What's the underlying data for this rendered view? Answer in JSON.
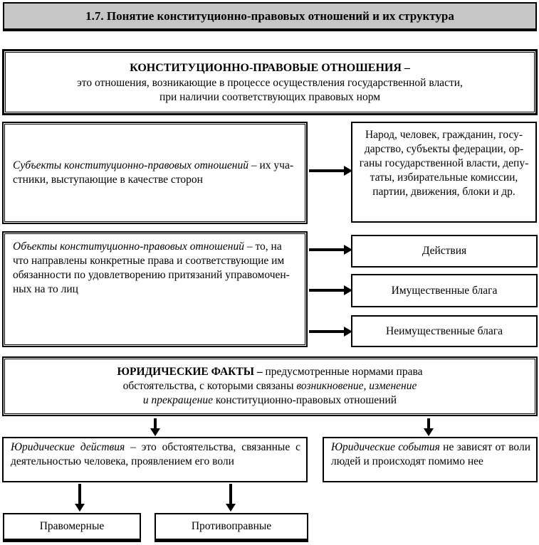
{
  "header": {
    "title": "1.7. Понятие конституционно-правовых отношений и их структура"
  },
  "definition": {
    "title": "КОНСТИТУЦИОННО-ПРАВОВЫЕ ОТНОШЕНИЯ –",
    "lines": [
      "это отношения, возникающие в процессе осуществления государственной власти,",
      "при наличии соответствующих правовых норм"
    ]
  },
  "subjects": {
    "lead_italic": "Субъекты конституционно-правовых отношений",
    "rest": " – их уча-\nстники, выступающие в качестве сторон"
  },
  "subjects_examples": {
    "lines": [
      "Народ, человек, гражданин, госу-",
      "дарство, субъекты федерации, ор-",
      "ганы государственной власти, депу-",
      "таты, избирательные комиссии,",
      "партии, движения, блоки и др."
    ]
  },
  "objects": {
    "lead_italic": "Объекты конституционно-правовых отношений",
    "rest": " – то, на\nчто направлены конкретные права и соответствующие им\nобязанности по удовлетворению притязаний управомочен-\nных на то лиц"
  },
  "object_types": [
    "Действия",
    "Имущественные блага",
    "Неимущественные блага"
  ],
  "facts": {
    "lead_bold": "ЮРИДИЧЕСКИЕ ФАКТЫ – ",
    "line1_rest": "предусмотренные нормами права",
    "line2_normal": "обстоятельства, с которыми связаны ",
    "line2_italic": "возникновение, изменение",
    "line3_italic": "и прекращение",
    "line3_rest": " конституционно-правовых отношений"
  },
  "legal_actions": {
    "lead_italic": "Юридические действия",
    "rest": " – это обстоятельства, связанные с деятельностью человека, проявлением его воли"
  },
  "legal_events": {
    "lead_italic": "Юридические события",
    "rest": " не зависят от воли людей и происходят помимо нее"
  },
  "action_types": [
    "Правомерные",
    "Противоправные"
  ],
  "colors": {
    "header_bg": "#c6c6c6",
    "line": "#000000",
    "background": "#ffffff"
  }
}
